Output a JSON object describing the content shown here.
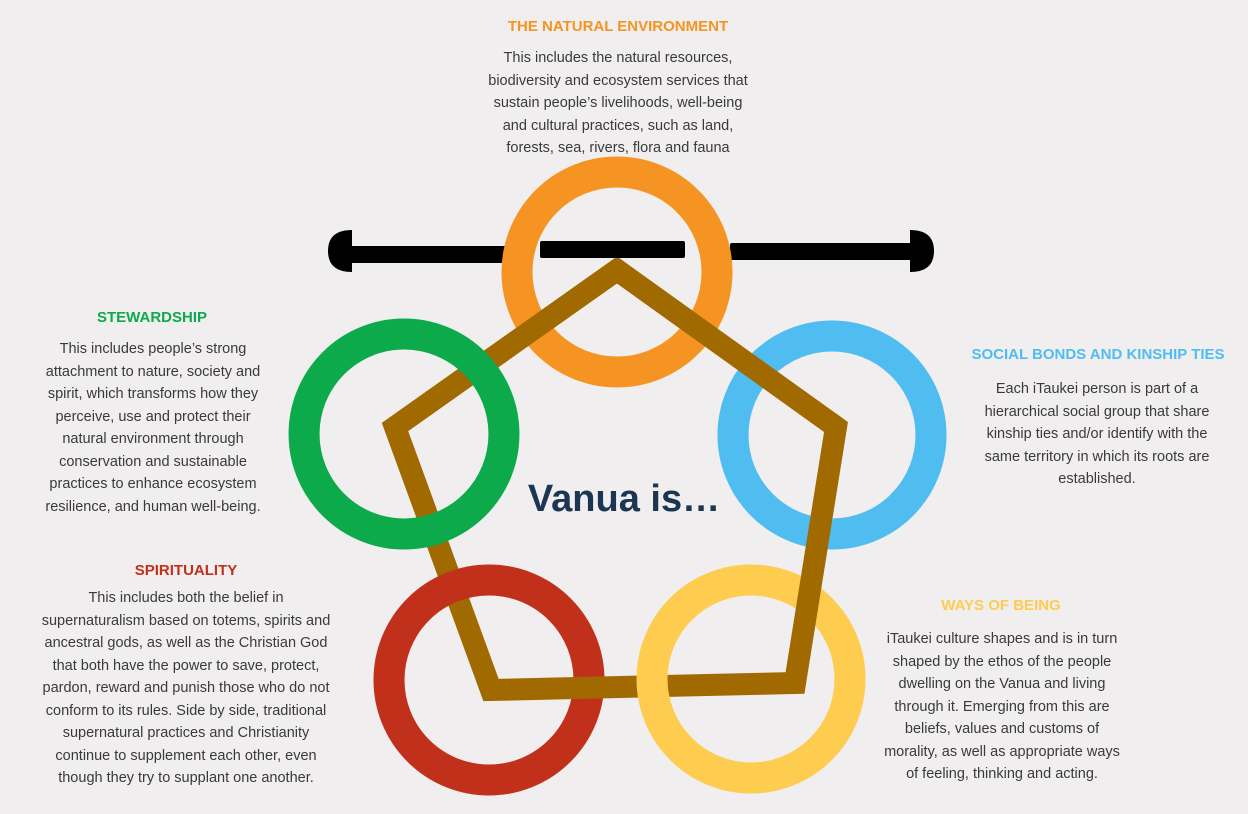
{
  "center_label": "Vanua is…",
  "colors": {
    "background": "#f0eeee",
    "frame_brown": "#a06a00",
    "pole": "#000000",
    "natural": "#f59422",
    "social": "#4fbdef",
    "ways": "#fecc4f",
    "spirituality": "#c1301a",
    "stewardship": "#0caa4a",
    "center_text": "#1b3552"
  },
  "sections": {
    "natural": {
      "title": "THE NATURAL ENVIRONMENT",
      "lines": [
        "This includes the natural resources,",
        "biodiversity and ecosystem services that",
        "sustain people’s livelihoods, well-being",
        "and cultural practices, such as land,",
        "forests, sea, rivers, flora and fauna"
      ]
    },
    "social": {
      "title": "SOCIAL BONDS AND KINSHIP TIES",
      "lines": [
        "Each iTaukei person is part of a",
        "hierarchical social group that share",
        "kinship ties and/or identify with the",
        "same territory in which its roots are",
        "established."
      ]
    },
    "ways": {
      "title": "WAYS OF BEING",
      "lines": [
        "iTaukei culture shapes and is in turn",
        "shaped by the ethos of the people",
        "dwelling on the Vanua and living",
        "through it. Emerging from this are",
        "beliefs, values and customs of",
        "morality, as well as appropriate ways",
        "of feeling, thinking and acting."
      ]
    },
    "spirituality": {
      "title": "SPIRITUALITY",
      "lines": [
        "This includes both the belief in",
        "supernaturalism based on totems, spirits and",
        "ancestral gods, as well as the Christian God",
        "that both have the power to save, protect,",
        "pardon, reward and punish those who do not",
        "conform to its rules. Side by side, traditional",
        "supernatural practices and Christianity",
        "continue to supplement each other, even",
        "though they try to supplant one another."
      ]
    },
    "stewardship": {
      "title": "STEWARDSHIP",
      "lines": [
        "This includes people’s strong",
        "attachment to nature, society and",
        "spirit, which transforms how they",
        "perceive, use and protect their",
        "natural environment through",
        "conservation and sustainable",
        "practices to enhance ecosystem",
        "resilience, and human well-being."
      ]
    }
  }
}
